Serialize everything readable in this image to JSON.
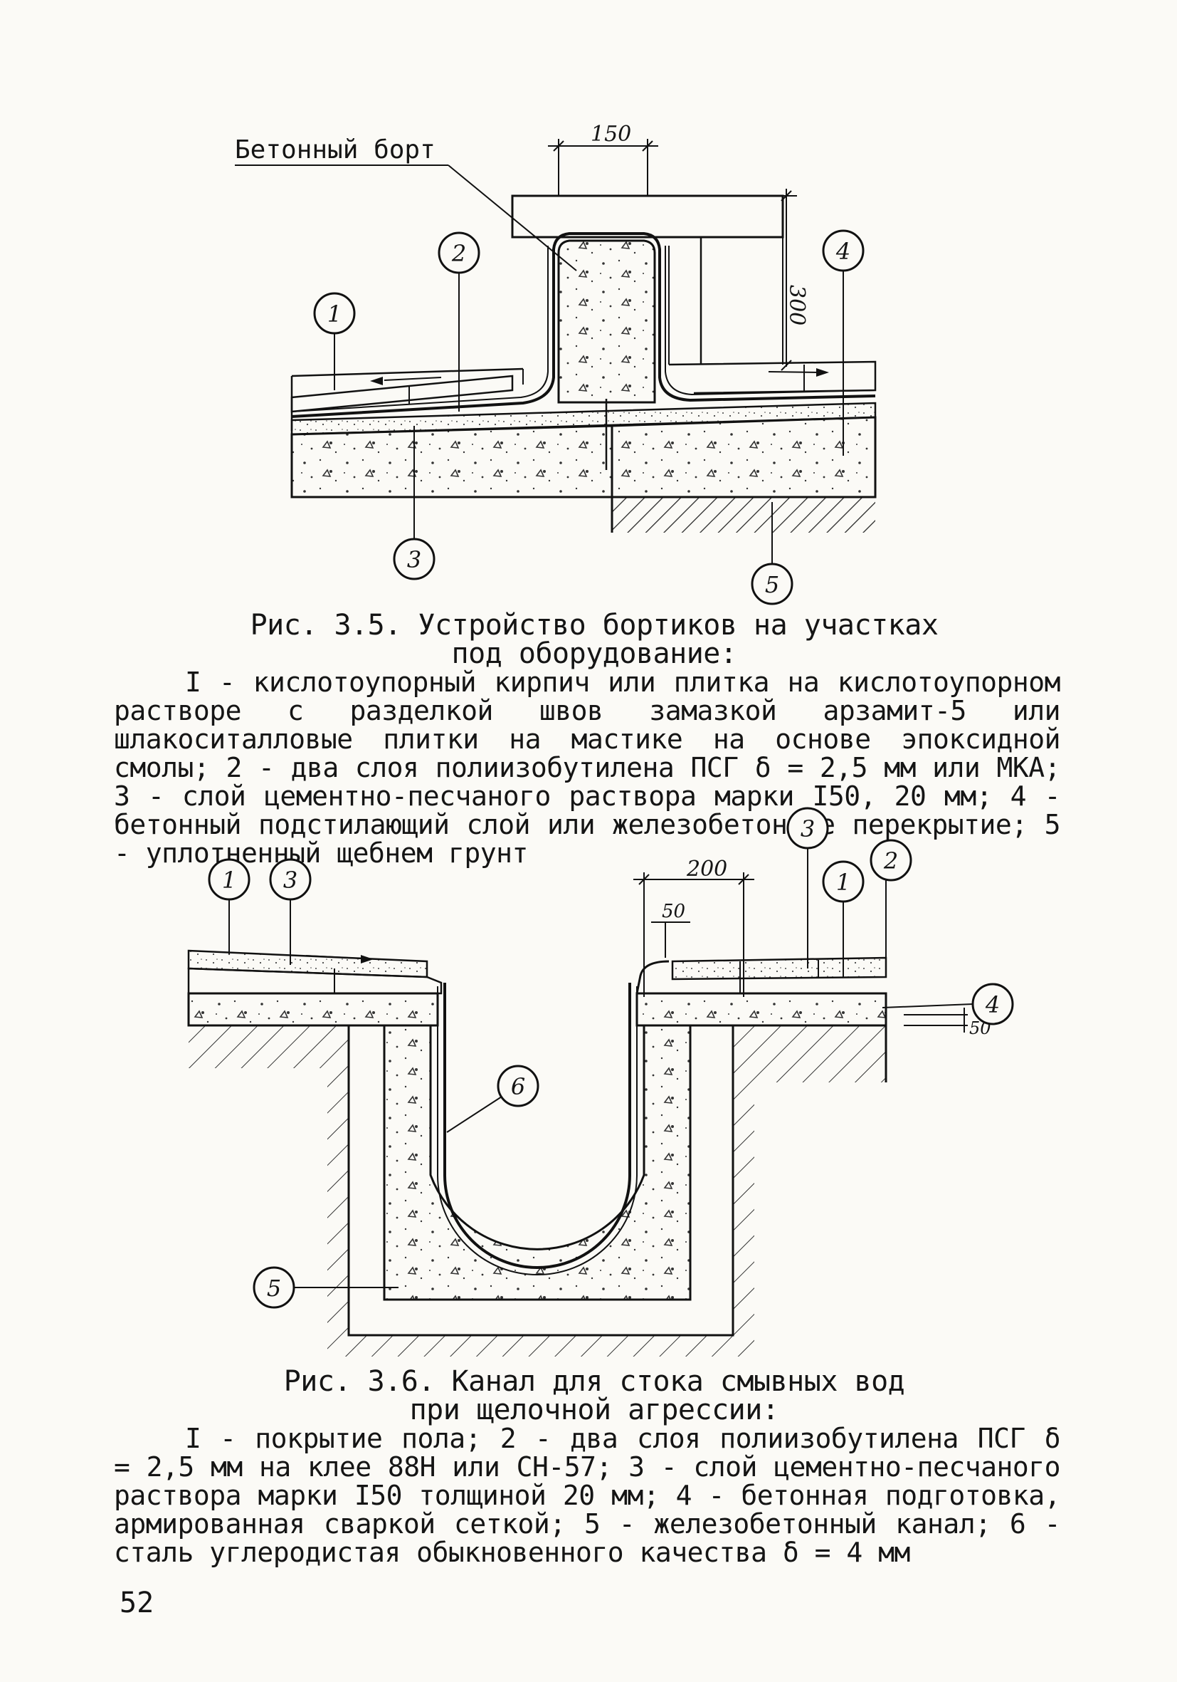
{
  "figure_3_5": {
    "label_concrete_rim": "Бетонный борт",
    "dim_width": "150",
    "dim_height": "300",
    "callouts": [
      "1",
      "2",
      "3",
      "4",
      "5"
    ],
    "title_line1": "Рис. 3.5. Устройство бортиков на участках",
    "title_line2": "под оборудование:",
    "description": "I - кислотоупорный кирпич или плитка на кислотоупорном растворе с разделкой швов замазкой арзамит-5 или шлакоситалловые плитки на мастике на основе эпоксидной смолы; 2 - два слоя полиизобутилена ПСГ δ = 2,5 мм или МКА; 3 - слой цементно-песчаного раствора марки I50, 20 мм; 4 - бетонный подстилающий слой или железобетонное перекрытие; 5 - уплотненный щебнем грунт"
  },
  "figure_3_6": {
    "dim_200": "200",
    "dim_50_top": "50",
    "dim_50_side": "50",
    "callouts": [
      "1",
      "3",
      "3",
      "1",
      "2",
      "4",
      "6",
      "5"
    ],
    "title_line1": "Рис. 3.6. Канал для стока смывных вод",
    "title_line2": "при щелочной агрессии:",
    "description": "I - покрытие пола; 2 - два слоя полиизобутилена ПСГ δ = 2,5 мм на клее 88Н или СН-57; 3 - слой цементно-песчаного раствора марки I50 толщиной 20 мм; 4 - бетонная подготовка, армированная сваркой сеткой; 5 - железобетонный канал; 6 - сталь углеродистая обыкновенного качества δ = 4 мм"
  },
  "page_number": "52"
}
